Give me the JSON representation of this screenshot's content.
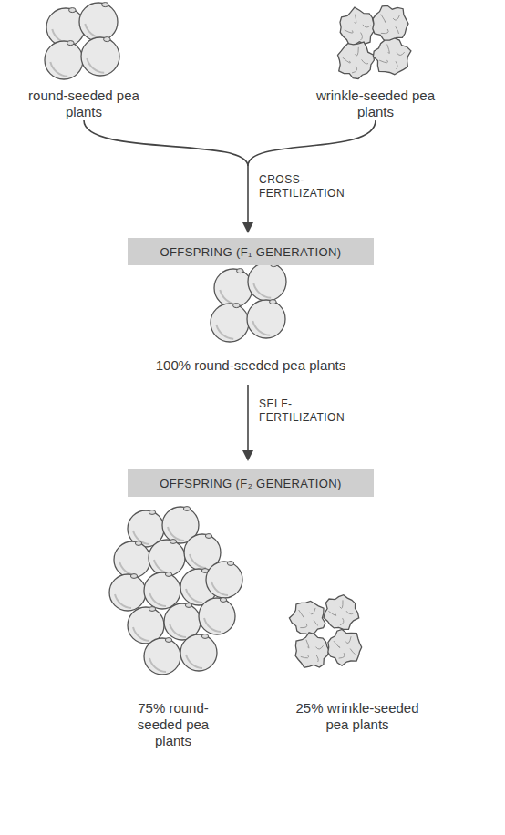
{
  "diagram": {
    "nodes": [
      {
        "text": [
          "OFFSPRING (F₁ GENERATION)"
        ]
      },
      {
        "text": [
          "OFFSPRING (F₂ GENERATION)"
        ]
      }
    ],
    "labels": [
      "round-seeded pea plants",
      "wrinkle-seeded pea plants",
      "CROSS-FERTILIZATION",
      "100% round-seeded pea plants",
      "SELF-FERTILIZATION",
      "75% round-seeded pea plants",
      "25% wrinkle-seeded pea plants"
    ]
  }
}
